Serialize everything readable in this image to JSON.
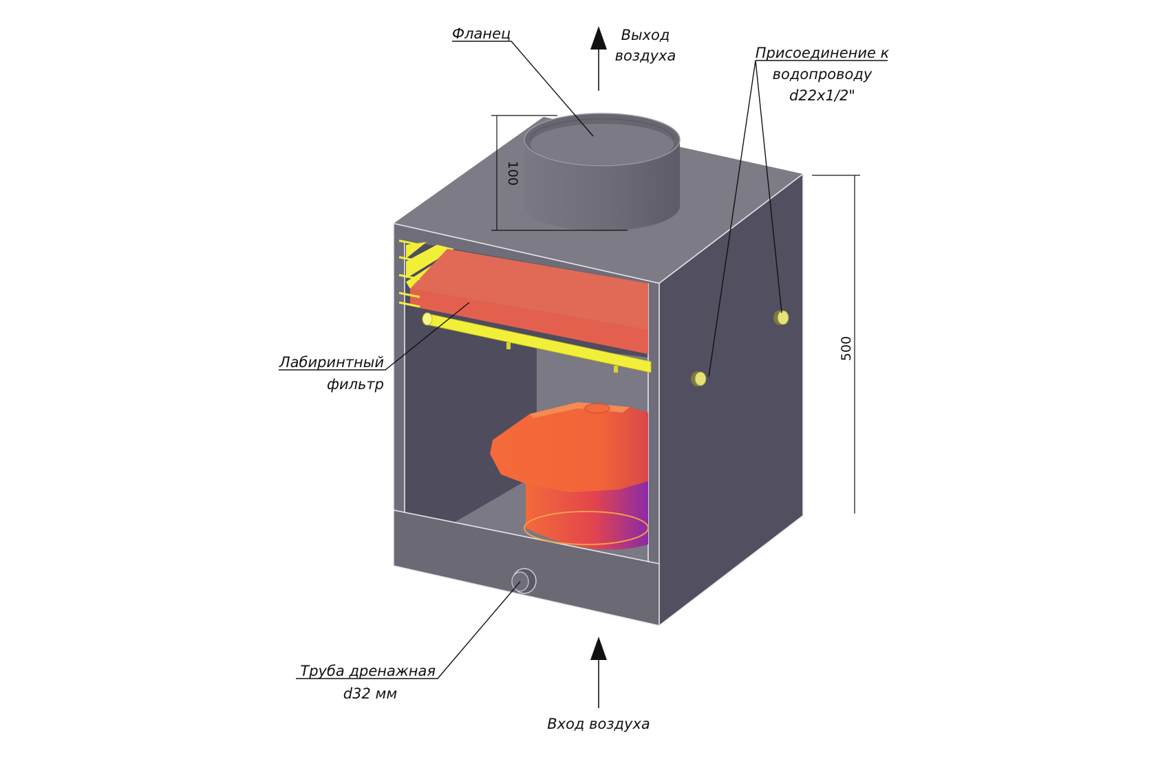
{
  "labels": {
    "flange": "Фланец",
    "air_out_line1": "Выход",
    "air_out_line2": "воздуха",
    "water_line1": "Присоединение к",
    "water_line2": "водопроводу",
    "water_line3": "d22x1/2\"",
    "filter_line1": "Лабиринтный",
    "filter_line2": "фильтр",
    "drain_line1": "Труба дренажная",
    "drain_line2": "d32 мм",
    "air_in": "Вход воздуха"
  },
  "dimensions": {
    "flange_height": "100",
    "box_height": "500"
  },
  "colors": {
    "box_front": "#6e6d79",
    "box_side": "#524f60",
    "box_top": "#7d7c86",
    "cavity": "#4f4c5e",
    "filter": "#e06a55",
    "pipe": "#f2ef3a",
    "fan_cap": "#f36a3a",
    "fan_body_end": "#8b2aa8"
  }
}
